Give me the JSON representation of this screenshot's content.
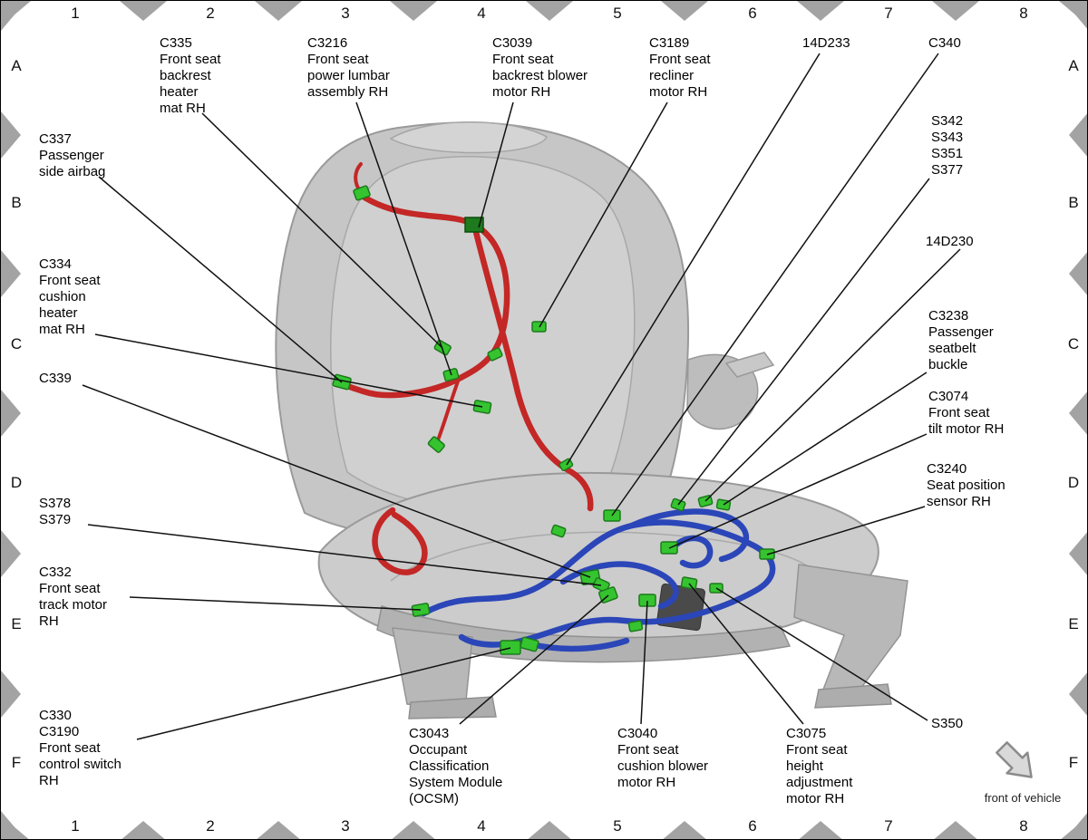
{
  "grid": {
    "top": [
      "1",
      "2",
      "3",
      "4",
      "5",
      "6",
      "7",
      "8"
    ],
    "bottom": [
      "1",
      "2",
      "3",
      "4",
      "5",
      "6",
      "7",
      "8"
    ],
    "left": [
      "A",
      "B",
      "C",
      "D",
      "E",
      "F"
    ],
    "right": [
      "A",
      "B",
      "C",
      "D",
      "E",
      "F"
    ]
  },
  "callouts": {
    "c335": {
      "text": "C335\nFront seat\nbackrest\nheater\nmat RH"
    },
    "c3216": {
      "text": "C3216\nFront seat\npower lumbar\nassembly RH"
    },
    "c3039": {
      "text": "C3039\nFront seat\nbackrest blower\nmotor RH"
    },
    "c3189": {
      "text": "C3189\nFront seat\nrecliner\nmotor RH"
    },
    "14d233": {
      "text": "14D233"
    },
    "c340": {
      "text": "C340"
    },
    "c337": {
      "text": "C337\nPassenger\nside airbag"
    },
    "s342": {
      "text": "S342\nS343\nS351\nS377"
    },
    "c334": {
      "text": "C334\nFront seat\ncushion\nheater\nmat RH"
    },
    "14d230": {
      "text": "14D230"
    },
    "c3238": {
      "text": "C3238\nPassenger\nseatbelt\nbuckle"
    },
    "c339": {
      "text": "C339"
    },
    "c3074": {
      "text": "C3074\nFront seat\ntilt motor RH"
    },
    "c3240": {
      "text": "C3240\nSeat position\nsensor RH"
    },
    "s378": {
      "text": "S378\nS379"
    },
    "c332": {
      "text": "C332\nFront seat\ntrack motor\nRH"
    },
    "s350": {
      "text": "S350"
    },
    "c330": {
      "text": "C330\nC3190\nFront seat\ncontrol switch\nRH"
    },
    "c3043": {
      "text": "C3043\nOccupant\nClassification\nSystem Module\n(OCSM)"
    },
    "c3040": {
      "text": "C3040\nFront seat\ncushion blower\nmotor RH"
    },
    "c3075": {
      "text": "C3075\nFront seat\nheight\nadjustment\nmotor RH"
    }
  },
  "footer": {
    "front_of_vehicle": "front of vehicle"
  },
  "colors": {
    "harness-red": "#c32726",
    "harness-blue": "#2b46b8",
    "connector-green": "#35c42f",
    "connector-dark": "#1d7a1d",
    "marker-gray": "#a3a3a3",
    "seat-gray": "#c6c6c6"
  }
}
